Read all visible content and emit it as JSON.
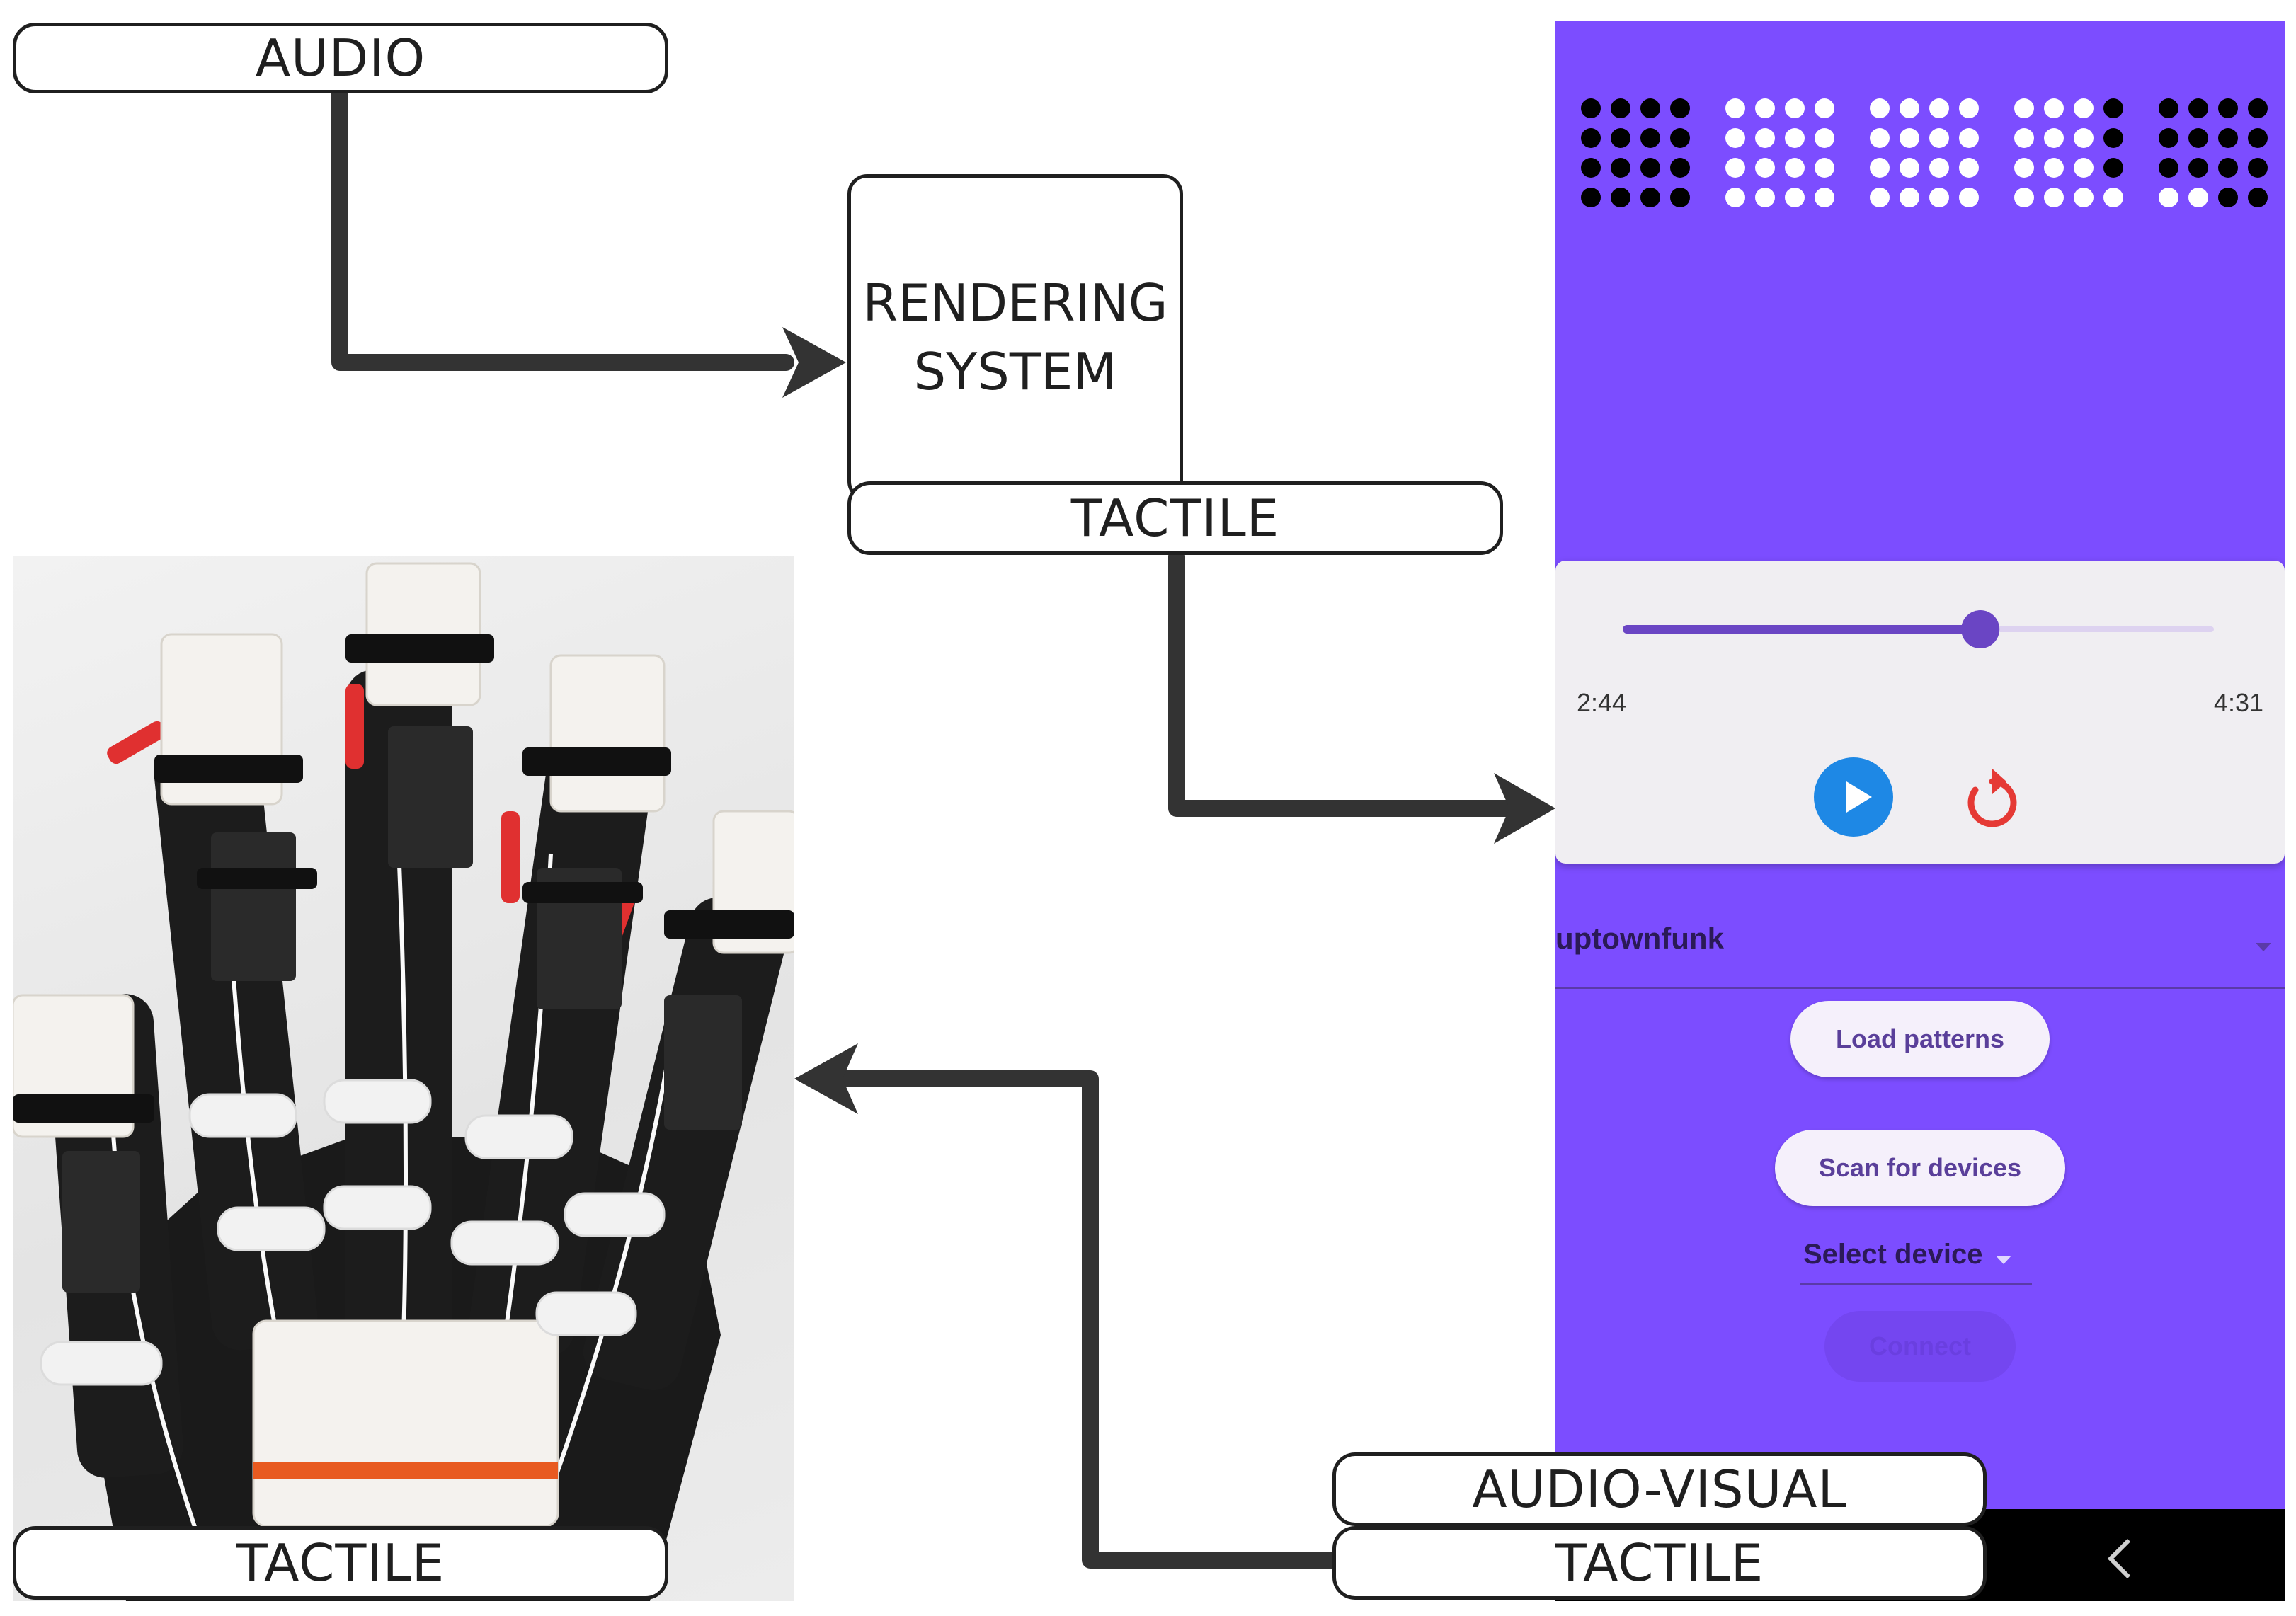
{
  "labels": {
    "audio": "AUDIO",
    "rendering_line1": "RENDERING",
    "rendering_line2": "SYSTEM",
    "tactile_top": "TACTILE",
    "audio_visual": "AUDIO-VISUAL",
    "tactile_bottom_right": "TACTILE",
    "tactile_bottom_left": "TACTILE"
  },
  "phone": {
    "background": "#7c4dff",
    "dot_patterns": [
      [
        [
          1,
          1,
          1,
          1
        ],
        [
          1,
          1,
          1,
          1
        ],
        [
          1,
          1,
          1,
          1
        ],
        [
          1,
          1,
          1,
          1
        ]
      ],
      [
        [
          0,
          0,
          0,
          0
        ],
        [
          0,
          0,
          0,
          0
        ],
        [
          0,
          0,
          0,
          0
        ],
        [
          0,
          0,
          0,
          0
        ]
      ],
      [
        [
          0,
          0,
          0,
          0
        ],
        [
          0,
          0,
          0,
          0
        ],
        [
          0,
          0,
          0,
          0
        ],
        [
          0,
          0,
          0,
          0
        ]
      ],
      [
        [
          0,
          0,
          0,
          1
        ],
        [
          0,
          0,
          0,
          1
        ],
        [
          0,
          0,
          0,
          1
        ],
        [
          0,
          0,
          0,
          0
        ]
      ],
      [
        [
          1,
          1,
          1,
          1
        ],
        [
          1,
          1,
          1,
          1
        ],
        [
          1,
          1,
          1,
          1
        ],
        [
          0,
          0,
          1,
          1
        ]
      ]
    ],
    "player": {
      "elapsed": "2:44",
      "total": "4:31",
      "progress": 0.605,
      "play_icon": "play-icon",
      "replay_icon": "replay-icon"
    },
    "song_dropdown": "uptownfunk",
    "load_patterns": "Load patterns",
    "scan_devices": "Scan for devices",
    "select_device": "Select device",
    "connect": "Connect",
    "back_icon": "chevron-left-icon"
  }
}
